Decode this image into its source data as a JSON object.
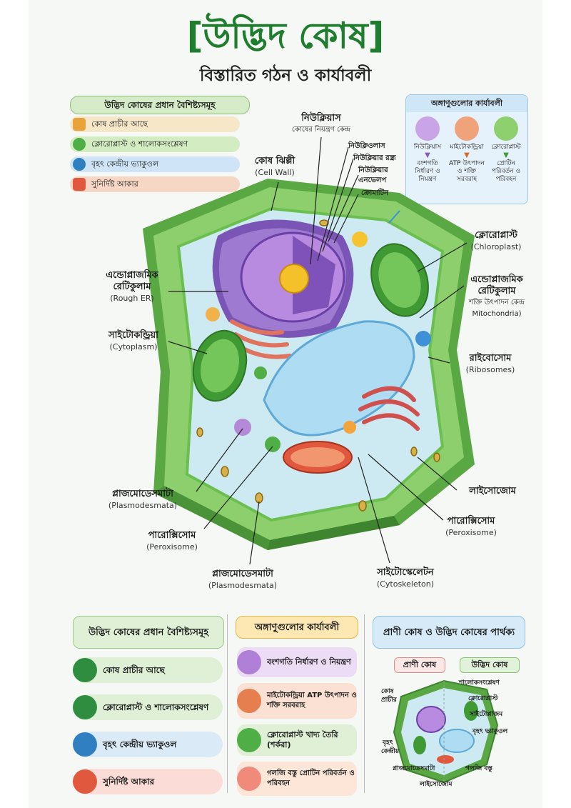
{
  "title": "[উদ্ভিদ কোষ]",
  "subtitle": "বিস্তারিত গঠন ও কার্যাবলী",
  "top_features": {
    "heading": "উদ্ভিদ কোষের প্রধান বৈশিষ্ট্যসমূহ",
    "items": [
      {
        "label": "কোষ প্রাচীর আছে",
        "icon": "cell-wall-icon",
        "color": "#f3d9a8"
      },
      {
        "label": "ক্লোরোপ্লাস্ট ও শালোকসংশ্লেষণ",
        "icon": "chloroplast-icon",
        "color": "#d3ecc2"
      },
      {
        "label": "বৃহৎ কেন্দ্রীয় ভ্যাকুওল",
        "icon": "vacuole-icon",
        "color": "#cfe4f6"
      },
      {
        "label": "সুনির্দিষ্ট আকার",
        "icon": "shape-icon",
        "color": "#f6d6c4"
      }
    ]
  },
  "top_functions": {
    "heading": "অঙ্গাণুগুলোর কার্যাবলী",
    "columns": [
      {
        "name": "নিউক্লিয়াস",
        "desc": "বংশগতি নির্ধারণ ও নিয়ন্ত্রণ",
        "icon": "nucleus-icon",
        "color": "#c9a4e6"
      },
      {
        "name": "মাইটোকন্ড্রিয়া",
        "desc": "ATP উৎপাদন ও শক্তি সরবরাহ",
        "icon": "mitochondria-icon",
        "color": "#f0a27a"
      },
      {
        "name": "ক্লোরোপ্লাস্ট",
        "desc": "প্রোটিন পরিবর্তন ও পরিবহন",
        "icon": "chloroplast-icon",
        "color": "#8fd06e"
      }
    ]
  },
  "labels": {
    "nucleus": "নিউক্লিয়াস",
    "nucleus_sub": "কোষের নিয়ন্ত্রণ কেন্দ্র",
    "nucleolus": "নিউক্লিওলাস",
    "nuclear_pore": "নিউক্লিয়ার রন্ধ্র",
    "nuclear_envelope_1": "নিউক্লিয়ার",
    "nuclear_envelope_2": "এনভেলপ",
    "chromatin": "ক্রোমাটিন",
    "cell_wall": "কোষ ঝিল্লী",
    "cell_wall_en": "(Cell Wall)",
    "chloroplast": "ক্লোরোপ্লাস্ট",
    "chloroplast_en": "(Chloroplast)",
    "er_left_1": "এন্ডোপ্লাজমিক",
    "er_left_2": "রেটিকুলাম",
    "er_left_en": "(Rough ER)",
    "er_right_1": "এন্ডোপ্লাজমিক",
    "er_right_2": "রেটিকুলাম",
    "er_right_sub": "শক্তি উৎপাদন কেন্দ্র",
    "er_right_en": "Mitochondria)",
    "cytoplasm": "সাইটোকন্ড্রিয়া",
    "cytoplasm_en": "(Cytoplasm)",
    "ribosome": "রাইবোসোম",
    "ribosome_en": "(Ribosomes)",
    "lysosome": "লাইসোজোম",
    "plasmodesmata_left": "প্লাজমোডেসমাটা",
    "plasmodesmata_left_en": "(Plasmodesmata)",
    "peroxisome_left": "পারোক্সিসোম",
    "peroxisome_left_en": "(Peroxisome)",
    "peroxisome_right": "পারোক্সিসোম",
    "peroxisome_right_en": "(Peroxisome)",
    "plasmodesmata_bottom": "প্লাজমোডেসমাটা",
    "plasmodesmata_bottom_en": "(Plasmodesmata)",
    "cytoskeleton": "সাইটোস্কেলেটন",
    "cytoskeleton_en": "(Cytoskeleton)"
  },
  "bottom_features": {
    "heading": "উদ্ভিদ কোষের প্রধান বৈশিষ্ট্যসমূহ",
    "items": [
      {
        "label": "কোষ প্রাচীর আছে",
        "color": "#dff0d6",
        "circle": "#2f8d3f"
      },
      {
        "label": "ক্লোরোপ্লাস্ট ও শালোকসংশ্লেষণ",
        "color": "#dff0d6",
        "circle": "#2f8d3f"
      },
      {
        "label": "বৃহৎ কেন্দ্রীয় ভ্যাকুওল",
        "color": "#dbeaf7",
        "circle": "#2f7fc1"
      },
      {
        "label": "সুনির্দিষ্ট আকার",
        "color": "#fbdcd6",
        "circle": "#e0583e"
      }
    ]
  },
  "bottom_functions": {
    "heading": "অঙ্গাণুগুলোর কার্যাবলী",
    "items": [
      {
        "label": "বংশগতি নির্ধারণ ও নিয়ন্ত্রণ",
        "color": "#ecdcf5",
        "circle": "#b07fd6"
      },
      {
        "label": "মাইটোকন্ড্রিয়া ATP উৎপাদন ও শক্তি সরবরাহ",
        "color": "#fbe1d3",
        "circle": "#e57f4f"
      },
      {
        "label": "ক্লোরোপ্লাস্ট খাদ্য তৈরি (শর্করা)",
        "color": "#dff0d6",
        "circle": "#4fae45"
      },
      {
        "label": "গলজি বস্তু প্রোটিন পরিবর্তন ও পরিবহন",
        "color": "#fde6d8",
        "circle": "#f08a7a"
      }
    ]
  },
  "comparison": {
    "heading": "প্রাণী কোষ ও উদ্ভিদ কোষের পার্থক্য",
    "tab_animal": "প্রাণী কোষ",
    "tab_plant": "উদ্ভিদ কোষ",
    "labels": {
      "photosynthesis": "শালোকসংশ্লেষণ",
      "chloroplast": "ক্লোরোপ্লাস্ট",
      "cytoplasm": "সাইটোপ্লাজম",
      "vacuole": "বৃহৎ ভ্যাকুওল",
      "cell_wall_1": "কোষ",
      "cell_wall_2": "প্রাচীর",
      "central_1": "বৃহৎ",
      "central_2": "কেন্দ্রীয়",
      "plasmodesmata": "প্লাজমোডেসমাটা",
      "golgi": "গলজি বস্তু",
      "lysosome": "লাইসোজোম"
    }
  }
}
